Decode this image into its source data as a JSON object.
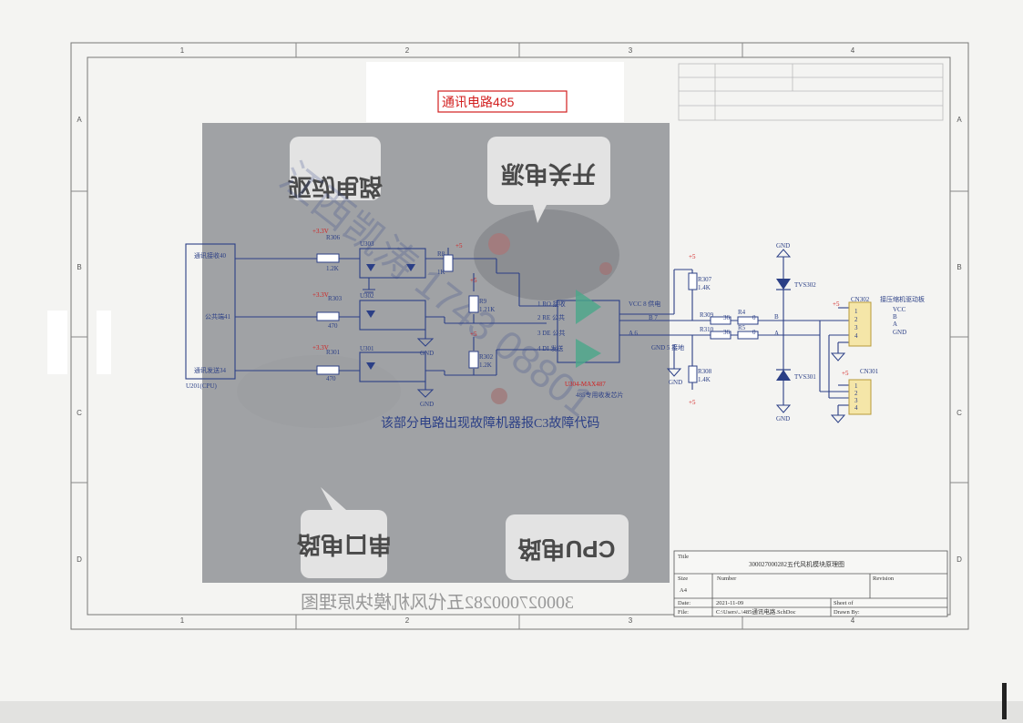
{
  "title_box": "通讯电路485",
  "border": {
    "columns": [
      "1",
      "2",
      "3",
      "4"
    ],
    "rows": [
      "A",
      "B",
      "C",
      "D"
    ]
  },
  "background_photo": {
    "top_labels": [
      "驱动电路",
      "开关电源"
    ],
    "bottom_labels": [
      "串口电路",
      "CPU电路"
    ],
    "mirrored_caption": "300027000282五代风机模块原理图"
  },
  "watermark": "江西凯涛 1743 08801",
  "schematic": {
    "left_connector": {
      "ref": "U201(CPU)",
      "pins": [
        "通讯接收40",
        "公共端41",
        "通讯发送34"
      ]
    },
    "supply_labels": [
      "+3.3V",
      "+3.3V",
      "+3.3V"
    ],
    "resistors_input": [
      {
        "ref": "R306",
        "value": "1.2K"
      },
      {
        "ref": "R303",
        "value": "470"
      },
      {
        "ref": "R301",
        "value": "470"
      }
    ],
    "optocouplers": [
      "U303",
      "U302",
      "U301"
    ],
    "pullups": [
      {
        "ref": "R8",
        "value": "1K",
        "supply": "+5"
      },
      {
        "ref": "R9",
        "value": "1.21K",
        "supply": "+5"
      },
      {
        "ref": "R302",
        "value": "1.2K",
        "supply": "+5"
      }
    ],
    "gnd_label": "GND",
    "chip": {
      "ref": "U304-MAX487",
      "caption": "485专用收发芯片",
      "left_pins": [
        "1 RO 接收",
        "2 RE 公共",
        "3 DE 公共",
        "4 DI 发送"
      ],
      "right_pins": [
        "VCC 8 供电",
        "B 7",
        "A 6",
        "GND 5 接地"
      ]
    },
    "bus_resistors": [
      {
        "ref": "R307",
        "value": "1.4K"
      },
      {
        "ref": "R309",
        "value": "36"
      },
      {
        "ref": "R310",
        "value": "36"
      },
      {
        "ref": "R308",
        "value": "1.4K"
      },
      {
        "ref": "R4",
        "value": "0"
      },
      {
        "ref": "R5",
        "value": "0"
      }
    ],
    "bus_labels": [
      "B",
      "A"
    ],
    "tvs": [
      "TVS302",
      "TVS301"
    ],
    "cn302": {
      "ref": "CN302",
      "title": "接压缩机驱动板",
      "pins": [
        "1",
        "2",
        "3",
        "4"
      ],
      "signals": [
        "VCC",
        "B",
        "A",
        "GND"
      ]
    },
    "cn301": {
      "ref": "CN301",
      "pins": [
        "1",
        "2",
        "3",
        "4"
      ]
    },
    "fault_note": "该部分电路出现故障机器报C3故障代码"
  },
  "title_block": {
    "title_label": "Title",
    "title": "300027000282五代风机模块原理图",
    "size_label": "Size",
    "size": "A4",
    "number_label": "Number",
    "revision_label": "Revision",
    "date_label": "Date:",
    "date": "2021-11-09",
    "sheet_label": "Sheet of",
    "file_label": "File:",
    "file": "C:\\Users\\..\\485通讯电路.SchDoc",
    "drawn_label": "Drawn By:"
  },
  "colors": {
    "wire": "#2b3f86",
    "accent_red": "#d21f1f",
    "connector_fill": "#f5e6a8",
    "photo": "#8d8f93"
  }
}
